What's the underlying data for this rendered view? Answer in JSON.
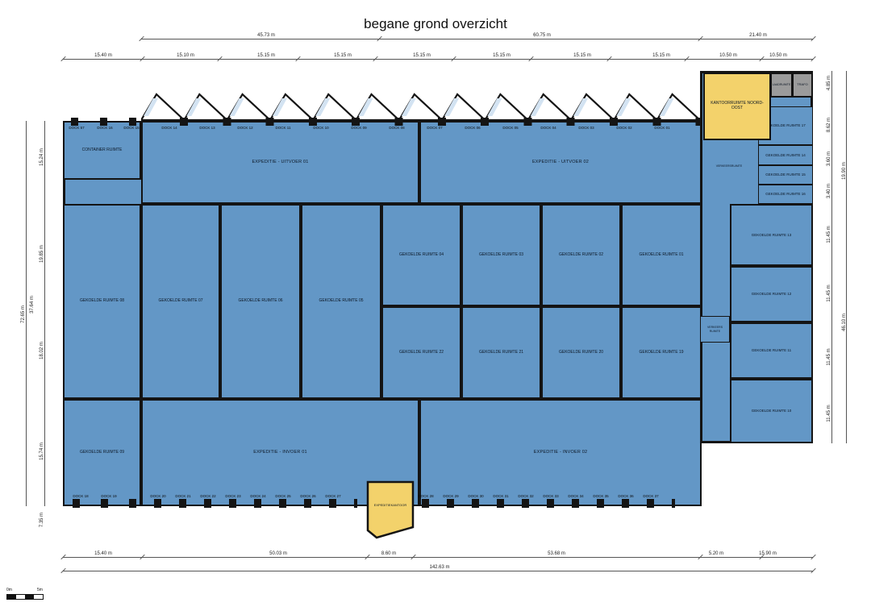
{
  "title": "begane grond overzicht",
  "rooms": [
    {
      "label": "CONTAINER RUIMTE"
    },
    {
      "label": "EXPEDITIE - UITVOER 01"
    },
    {
      "label": "EXPEDITIE - UITVOER 02"
    },
    {
      "label": "GEKOELDE RUIMTE 08"
    },
    {
      "label": "GEKOELDE RUIMTE 07"
    },
    {
      "label": "GEKOELDE RUIMTE 06"
    },
    {
      "label": "GEKOELDE RUIMTE 05"
    },
    {
      "label": "GEKOELDE RUIMTE 04"
    },
    {
      "label": "GEKOELDE RUIMTE 03"
    },
    {
      "label": "GEKOELDE RUIMTE 02"
    },
    {
      "label": "GEKOELDE RUIMTE 01"
    },
    {
      "label": "GEKOELDE RUIMTE 22"
    },
    {
      "label": "GEKOELDE RUIMTE 21"
    },
    {
      "label": "GEKOELDE RUIMTE 20"
    },
    {
      "label": "GEKOELDE RUIMTE 19"
    },
    {
      "label": "GEKOELDE RUIMTE 09"
    },
    {
      "label": "EXPEDITIE - INVOER 01"
    },
    {
      "label": "EXPEDITIE - INVOER 02"
    },
    {
      "label": "GEKOELDE RUIMTE 17"
    },
    {
      "label": "GEKOELDE RUIMTE 14"
    },
    {
      "label": "GEKOELDE RUIMTE 15"
    },
    {
      "label": "GEKOELDE RUIMTE 16"
    },
    {
      "label": "GEKOELDE RUIMTE 13"
    },
    {
      "label": "GEKOELDE RUIMTE 12"
    },
    {
      "label": "GEKOELDE RUIMTE 11"
    },
    {
      "label": "GEKOELDE RUIMTE 10"
    },
    {
      "label": "VERKEERS RUIMTE"
    },
    {
      "label": "VERKEERSRUIMTE"
    },
    {
      "label": "KANTOORRUIMTE NOORD-OOST"
    },
    {
      "label": "LAADRUIMTE"
    },
    {
      "label": "TRAFO"
    },
    {
      "label": "EXPEDITIEKANTOOR"
    }
  ],
  "docks_top": [
    "DOCK 57",
    "DOCK 16",
    "DOCK 15",
    "DOCK 14",
    "DOCK 13",
    "DOCK 12",
    "DOCK 11",
    "DOCK 10",
    "DOCK 09",
    "DOCK 08",
    "DOCK 07",
    "DOCK 06",
    "DOCK 05",
    "DOCK 04",
    "DOCK 03",
    "DOCK 02",
    "DOCK 01"
  ],
  "docks_bottom": [
    "DOCK 18",
    "DOCK 19",
    "DOCK 20",
    "DOCK 21",
    "DOCK 22",
    "DOCK 23",
    "DOCK 24",
    "DOCK 25",
    "DOCK 26",
    "DOCK 27",
    "DOCK 28",
    "DOCK 29",
    "DOCK 30",
    "DOCK 31",
    "DOCK 32",
    "DOCK 33",
    "DOCK 34",
    "DOCK 35",
    "DOCK 36",
    "DOCK 37"
  ],
  "dimensions": {
    "top_row1": [
      "45.73 m",
      "60.75 m",
      "21.40 m"
    ],
    "top_row2": [
      "15.40 m",
      "15.10 m",
      "15.15 m",
      "15.15 m",
      "15.15 m",
      "15.15 m",
      "15.15 m",
      "15.15 m",
      "10.50 m",
      "10.50 m"
    ],
    "bottom_row1": [
      "15.40 m",
      "50.03 m",
      "8.60 m",
      "53.68 m",
      "5.20 m",
      "15.90 m"
    ],
    "bottom_total": "142.63 m",
    "left_inner": [
      "15.24 m",
      "19.85 m",
      "18.02 m",
      "15.74 m",
      "7.35 m"
    ],
    "left_mid": "37.64 m",
    "left_total": "72.65 m",
    "right_inner": [
      "4.85 m",
      "8.62 m",
      "3.60 m",
      "3.40 m",
      "11.45 m",
      "11.45 m",
      "11.45 m",
      "11.45 m"
    ],
    "right_outer": [
      "19.90 m",
      "46.10 m"
    ]
  },
  "scale_bar": {
    "start": "0m",
    "end": "5m"
  },
  "colors": {
    "room_blue": "#6397c6",
    "office_yellow": "#f3d26b",
    "utility_gray": "#9b9b9b",
    "skylight_blue": "#d3e3f2",
    "wall": "#141414"
  }
}
